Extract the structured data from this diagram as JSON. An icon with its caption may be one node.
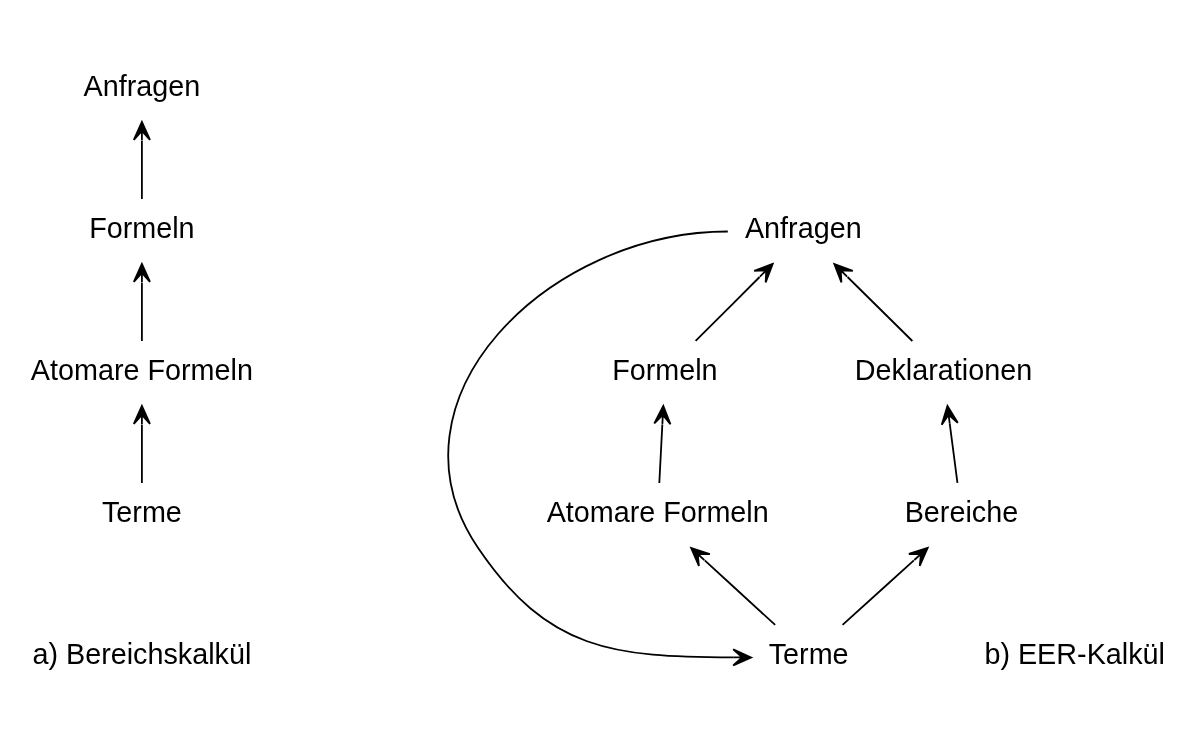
{
  "diagram": {
    "nodes": [
      {
        "text": [
          "Anfragen"
        ]
      },
      {
        "text": [
          "Formeln"
        ]
      },
      {
        "text": [
          "Atomare Formeln"
        ]
      },
      {
        "text": [
          "Terme"
        ]
      },
      {
        "text": [
          "Anfragen"
        ]
      },
      {
        "text": [
          "Formeln"
        ]
      },
      {
        "text": [
          "Atomare Formeln"
        ]
      },
      {
        "text": [
          "Terme"
        ]
      },
      {
        "text": [
          "Deklarationen"
        ]
      },
      {
        "text": [
          "Bereiche"
        ]
      }
    ],
    "edges": [
      {
        "from": 1,
        "to": 0,
        "arrow": "to"
      },
      {
        "from": 2,
        "to": 1,
        "arrow": "to"
      },
      {
        "from": 3,
        "to": 2,
        "arrow": "to"
      },
      {
        "from": 5,
        "to": 4,
        "arrow": "to"
      },
      {
        "from": 6,
        "to": 5,
        "arrow": "to"
      },
      {
        "from": 7,
        "to": 6,
        "arrow": "to"
      },
      {
        "from": 4,
        "to": 7,
        "arrow": "to"
      },
      {
        "from": 7,
        "to": 9,
        "arrow": "to"
      },
      {
        "from": 9,
        "to": 8,
        "arrow": "to"
      },
      {
        "from": 8,
        "to": 4,
        "arrow": "to"
      }
    ],
    "labels": [
      "a) Bereichskalkül",
      "b) EER-Kalkül"
    ]
  }
}
